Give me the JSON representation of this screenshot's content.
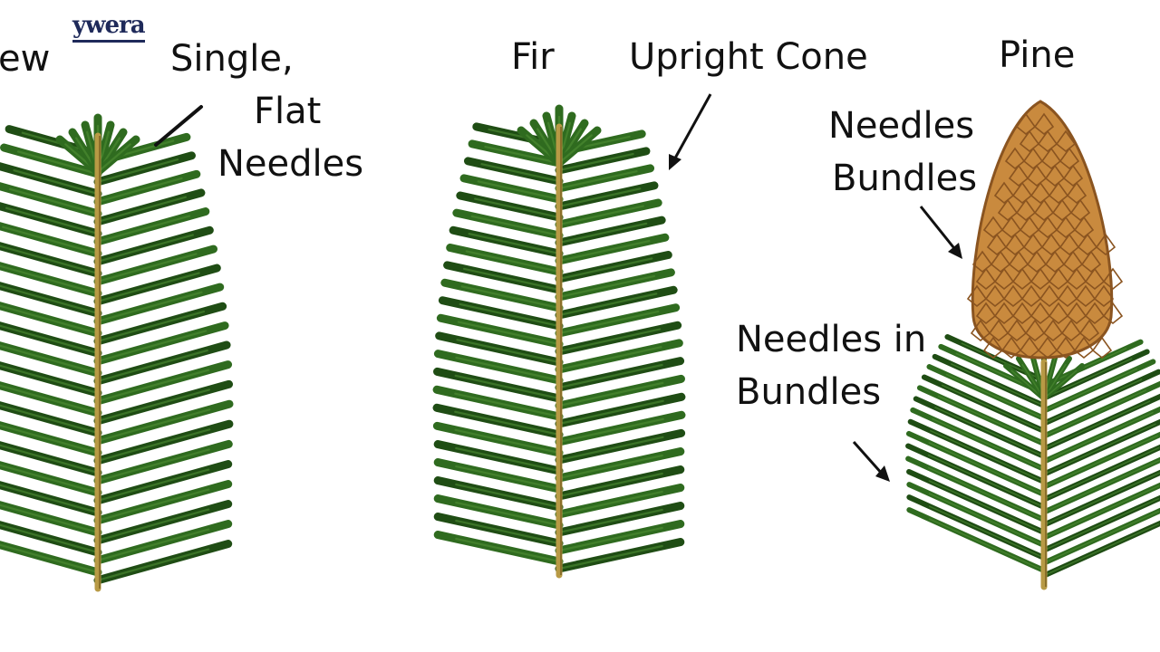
{
  "labels": {
    "yew": "ew",
    "single_flat_needles": [
      "Single,",
      "Flat",
      "Needles"
    ],
    "fir": "Fir",
    "upright_cone": "Upright Cone",
    "pine": "Pine",
    "needles_bundles": [
      "Needles",
      "Bundles"
    ],
    "needles_in_bundles": [
      "Needles in",
      "Bundles"
    ]
  },
  "watermark": "ywera",
  "colors": {
    "needle": "#2f6b1f",
    "needle_dark": "#1f4d14",
    "needle_light": "#4f8f34",
    "stem": "#b89a45",
    "stem_dark": "#8a6f2a",
    "cone": "#c98a3e",
    "cone_dark": "#8a5420",
    "text": "#111111"
  }
}
